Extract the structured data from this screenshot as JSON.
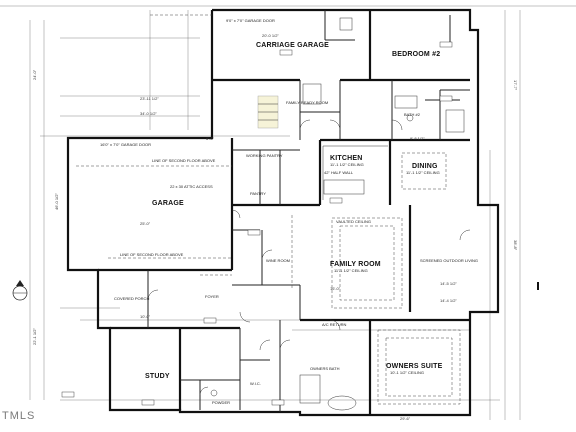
{
  "rooms": {
    "carriage_garage": "CARRIAGE GARAGE",
    "bedroom2": "BEDROOM #2",
    "kitchen": "KITCHEN",
    "dining": "DINING",
    "garage": "GARAGE",
    "family_room": "FAMILY ROOM",
    "screened_porch": "SCREENED OUTDOOR LIVING",
    "study": "STUDY",
    "owners_suite": "OWNERS SUITE",
    "owners_bath": "OWNERS BATH",
    "covered_porch": "COVERED PORCH",
    "foyer": "FOYER",
    "powder": "POWDER",
    "wic": "W.I.C.",
    "pantry": "PANTRY",
    "working_pantry": "WORKING PANTRY",
    "family_ready_room": "FAMILY READY ROOM",
    "bath2": "BATH #2",
    "wine_room": "WINE ROOM"
  },
  "ceilings": {
    "kitchen": "11'-1 1/2\" CEILING",
    "dining": "11'-1 1/2\" CEILING",
    "family_room": "11'-1 1/2\" CEILING",
    "owners_suite": "10'-1 1/2\" CEILING"
  },
  "dimensions": [
    "20'-0 1/2\"",
    "23'-11 1/2\"",
    "34'-0 1/2\"",
    "6'-6\"",
    "46'-0 1/2\"",
    "25'-0\"",
    "14'-5 1/2\"",
    "16'-0\"",
    "17'-7\"",
    "38'-8\"",
    "24'-0\"",
    "10'-0\"",
    "29'-6\"",
    "9'-8 1/2\"",
    "22'-1 1/2\"",
    "14'-4 1/2\""
  ],
  "notes": {
    "garage_door": "16'0\" x 7'0\" GARAGE DOOR",
    "carriage_door": "9'0\" x 7'0\" GARAGE DOOR",
    "floor_above": "LINE OF SECOND FLOOR ABOVE",
    "attic_access": "22 x 30 ATTIC ACCESS",
    "ac_return": "A/C RETURN",
    "half_wall": "42\" HALF WALL",
    "vaulted": "VAULTED CEILING"
  },
  "watermark": "TMLS"
}
